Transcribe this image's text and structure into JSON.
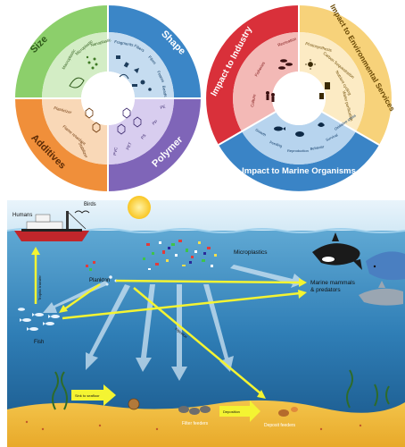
{
  "wheel_left": {
    "size": "Size",
    "shape": "Shape",
    "additives": "Additives",
    "polymer": "Polymer",
    "size_items": [
      "Macroplastic",
      "Microplastic",
      "Nanoplastic"
    ],
    "shape_items": [
      "Fragments",
      "Fibers",
      "Films",
      "Foams",
      "Beads"
    ],
    "additive_items": [
      "Plasticizer",
      "Flame retardant",
      "Stabilizer"
    ],
    "polymer_items": [
      "PE",
      "PP",
      "PS",
      "PET",
      "PVC"
    ]
  },
  "wheel_right": {
    "industry": "Impact to Industry",
    "env": "Impact to Environmental Services",
    "marine": "Impact to Marine Organisms",
    "industry_items": [
      "Recreation",
      "Fisheries",
      "Culture"
    ],
    "env_items": [
      "Photosynthesis",
      "Carbon Sequestration",
      "Nutrient cycling",
      "Water purification"
    ],
    "marine_items": [
      "Growth",
      "Feeding",
      "Reproduction",
      "Behavior",
      "Survival",
      "Oxidative stress"
    ]
  },
  "scene": {
    "humans": "Humans",
    "birds": "Birds",
    "microplastics": "Microplastics",
    "plankton": "Plankton",
    "fish": "Fish",
    "marine_mammals_line1": "Marine mammals",
    "marine_mammals_line2": "& predators",
    "filter_feeders": "Filter feeders",
    "deposit_feeders": "Deposit feeders",
    "arrow_ingestion": "Ingestion",
    "arrow_trophic": "Trophic transfer",
    "arrow_sink1": "Sink to seafloor",
    "arrow_sink2": "Deposition"
  }
}
